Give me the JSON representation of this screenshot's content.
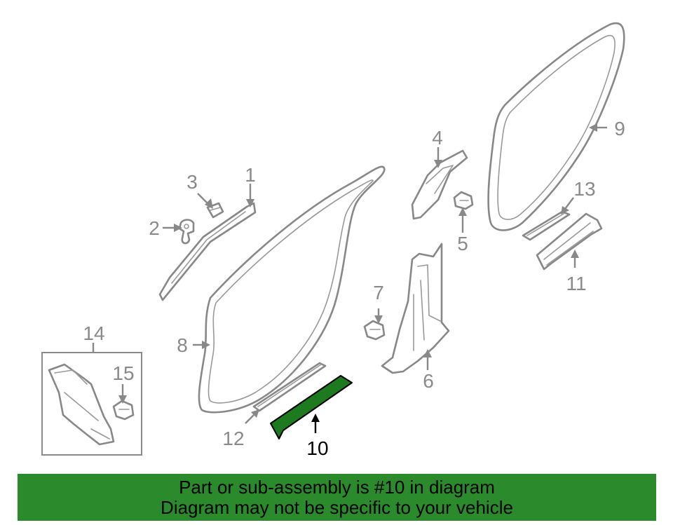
{
  "callouts": {
    "c1": "1",
    "c2": "2",
    "c3": "3",
    "c4": "4",
    "c5": "5",
    "c6": "6",
    "c7": "7",
    "c8": "8",
    "c9": "9",
    "c10": "10",
    "c11": "11",
    "c12": "12",
    "c13": "13",
    "c14": "14",
    "c15": "15"
  },
  "highlighted_part": "10",
  "colors": {
    "highlight": "#1e7a1e",
    "banner": "#2b8a2b",
    "line": "#888888"
  },
  "banner": {
    "line1": "Part or sub-assembly is #10 in diagram",
    "line2": "Diagram may not be specific to your vehicle"
  }
}
